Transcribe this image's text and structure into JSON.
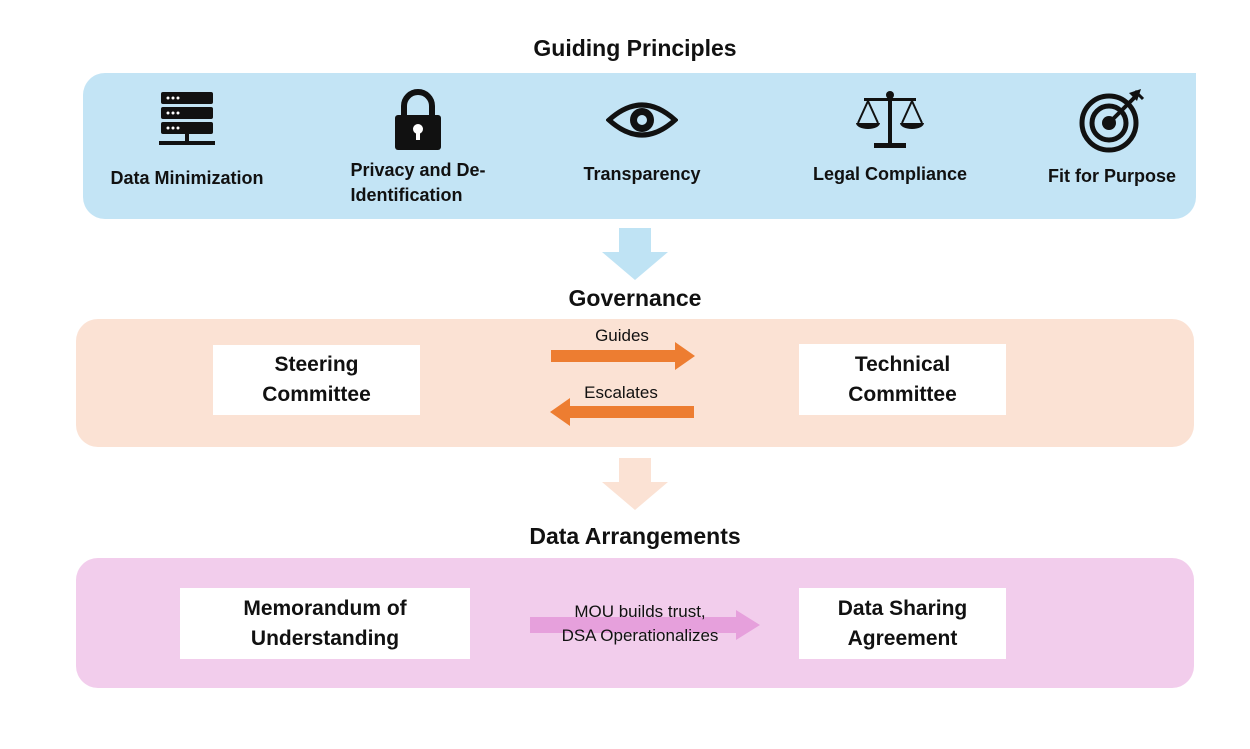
{
  "sections": {
    "principles": {
      "title": "Guiding Principles",
      "items": [
        {
          "label": "Data Minimization",
          "icon": "server-icon"
        },
        {
          "label": "Privacy and De-\nIdentification",
          "icon": "lock-icon"
        },
        {
          "label": "Transparency",
          "icon": "eye-icon"
        },
        {
          "label": "Legal Compliance",
          "icon": "scales-icon"
        },
        {
          "label": "Fit for Purpose",
          "icon": "target-icon"
        }
      ]
    },
    "governance": {
      "title": "Governance",
      "left_box": "Steering\nCommittee",
      "right_box": "Technical\nCommittee",
      "forward_label": "Guides",
      "back_label": "Escalates"
    },
    "arrangements": {
      "title": "Data Arrangements",
      "left_box": "Memorandum of\nUnderstanding",
      "right_box": "Data Sharing\nAgreement",
      "link_label": "MOU builds trust,\nDSA Operationalizes"
    }
  },
  "colors": {
    "principles_band": "#c3e4f5",
    "governance_band": "#fbe2d4",
    "arrangements_band": "#f2cdec",
    "orange_arrow": "#ed7d31",
    "pink_arrow": "#e6a0dc",
    "blue_down_arrow": "#bfe3f4",
    "peach_down_arrow": "#fbe2d4"
  }
}
